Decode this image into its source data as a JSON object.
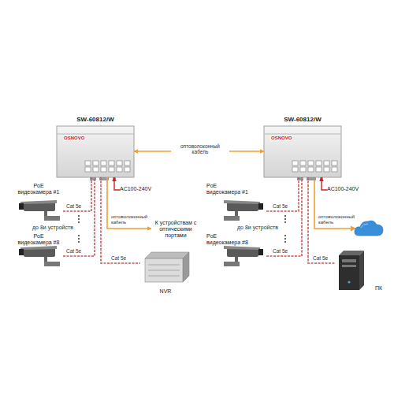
{
  "diagram": {
    "nodes": [
      {
        "text": [
          "SW-60812/W",
          "OSNOVO"
        ]
      },
      {
        "text": [
          "SW-60812/W",
          "OSNOVO"
        ]
      },
      {
        "text": [
          "PoE видеокамера #1"
        ]
      },
      {
        "text": [
          "PoE видеокамера #8"
        ]
      },
      {
        "text": [
          "NVR"
        ]
      },
      {
        "text": [
          "К устройствам с оптическими портами"
        ]
      },
      {
        "text": [
          "AC100-240V"
        ]
      },
      {
        "text": [
          "PoE видеокамера #1"
        ]
      },
      {
        "text": [
          "PoE видеокамера #8"
        ]
      },
      {
        "text": [
          "ПК"
        ]
      },
      {
        "text": [
          "AC100-240V"
        ]
      }
    ],
    "edges": [
      {
        "from": 0,
        "to": 1,
        "label": "оптоволоконный кабель",
        "arrow": "both"
      },
      {
        "from": 2,
        "to": 0,
        "label": "Cat 5e",
        "arrow": "none"
      },
      {
        "from": 3,
        "to": 0,
        "label": "Cat 5e",
        "arrow": "none"
      },
      {
        "from": 0,
        "to": 5,
        "label": "оптоволоконный кабель",
        "arrow": "to"
      },
      {
        "from": 0,
        "to": 4,
        "label": "Cat 5e",
        "arrow": "none"
      },
      {
        "from": 6,
        "to": 0,
        "arrow": "to"
      },
      {
        "from": 7,
        "to": 1,
        "label": "Cat 5e",
        "arrow": "none"
      },
      {
        "from": 8,
        "to": 1,
        "label": "Cat 5e",
        "arrow": "none"
      },
      {
        "from": 1,
        "to": 9,
        "label": "Cat 5e",
        "arrow": "none"
      },
      {
        "from": 10,
        "to": 1,
        "arrow": "to"
      }
    ],
    "labels": [
      "до 8и устройств",
      "до 8и устройств",
      "оптоволоконный кабель"
    ]
  }
}
